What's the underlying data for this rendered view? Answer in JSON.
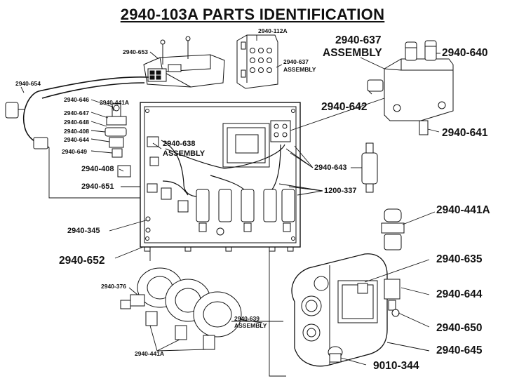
{
  "title": "2940-103A PARTS IDENTIFICATION",
  "labels": {
    "p2940_653": "2940-653",
    "p2940_112a": "2940-112A",
    "p2940_637_small": "2940-637",
    "assembly_small_637": "ASSEMBLY",
    "p2940_637_big": "2940-637",
    "assembly_big_637": "ASSEMBLY",
    "p2940_640": "2940-640",
    "p2940_654": "2940-654",
    "p2940_646": "2940-646",
    "p2940_441a_small": "2940-441A",
    "p2940_647": "2940-647",
    "p2940_648": "2940-648",
    "p2940_408_a": "2940-408",
    "p2940_644_small": "2940-644",
    "p2940_649": "2940-649",
    "p2940_642": "2940-642",
    "p2940_641": "2940-641",
    "p2940_638": "2940-638",
    "assembly_638": "ASSEMBLY",
    "p2940_408_b": "2940-408",
    "p2940_651": "2940-651",
    "p2940_643": "2940-643",
    "p1200_337": "1200-337",
    "p2940_345": "2940-345",
    "p2940_441a_big": "2940-441A",
    "p2940_652": "2940-652",
    "p2940_635": "2940-635",
    "p2940_376": "2940-376",
    "p2940_639": "2940-639",
    "assembly_639": "ASSEMBLY",
    "p2940_644_big": "2940-644",
    "p2940_650": "2940-650",
    "p2940_645": "2940-645",
    "p9010_344": "9010-344",
    "p2940_441a_bottom": "2940-441A"
  }
}
